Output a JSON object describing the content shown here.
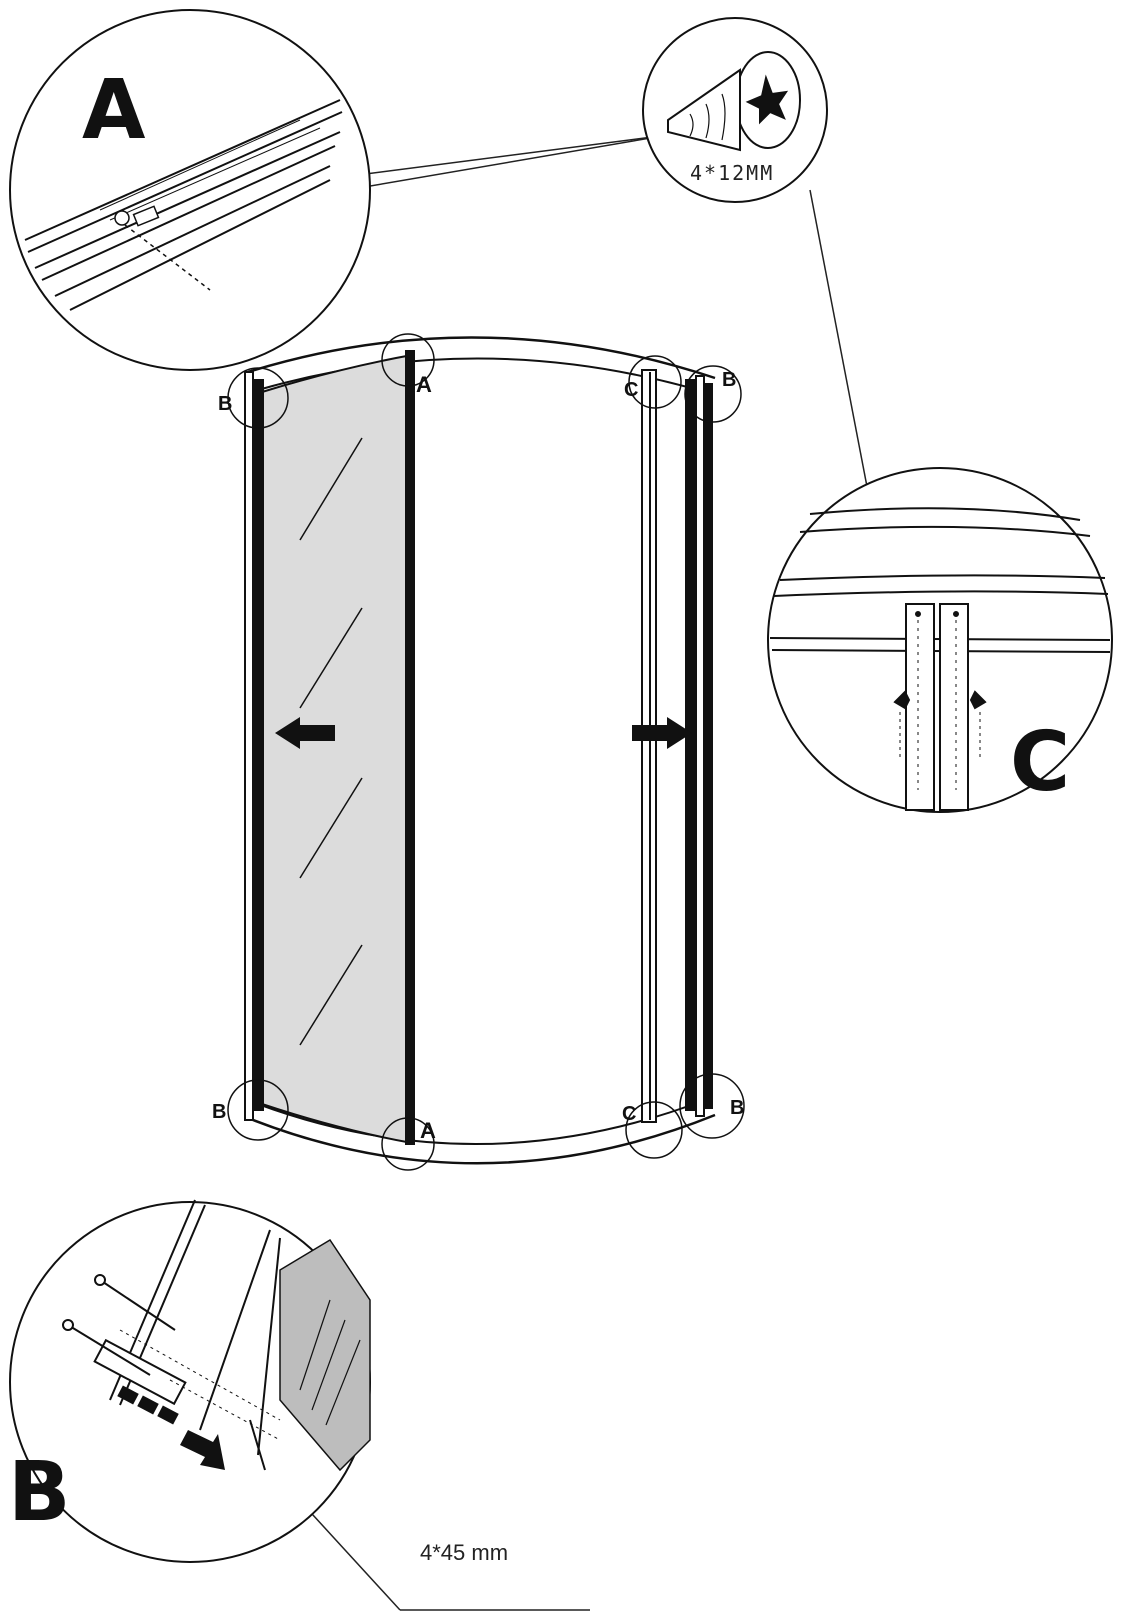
{
  "callouts": {
    "A": {
      "letter": "A"
    },
    "B": {
      "letter": "B"
    },
    "C": {
      "letter": "C"
    }
  },
  "screw_label": "4*12MM",
  "screw_b_label": "4*45 mm",
  "markers": {
    "A": "A",
    "B": "B",
    "C": "C"
  },
  "colors": {
    "line": "#111111",
    "glass_fill": "#dcdcdc",
    "shade_fill": "#bdbdbd"
  }
}
